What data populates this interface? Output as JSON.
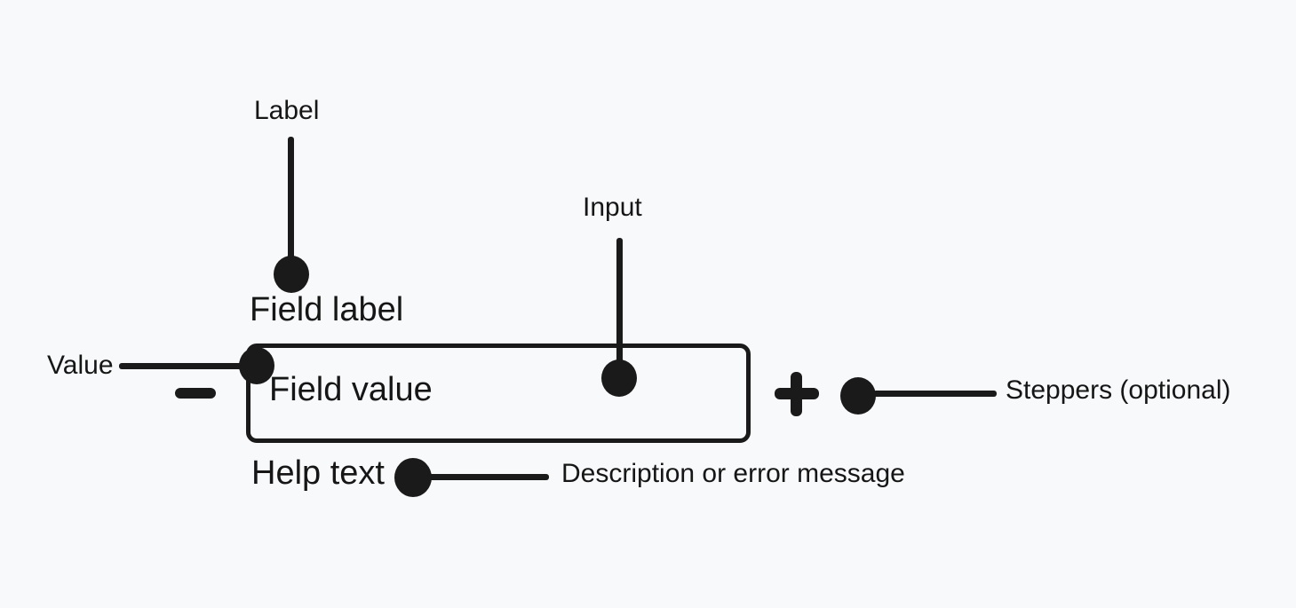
{
  "theme": {
    "bg": "#f8f9fa",
    "ink": "#1a1a1a",
    "text": "#161616"
  },
  "diagram": {
    "component": {
      "field_label": "Field label",
      "field_value": "Field value",
      "help_text": "Help text"
    },
    "annotations": {
      "label": "Label",
      "input": "Input",
      "value": "Value",
      "steppers": "Steppers (optional)",
      "help_description": "Description or error message"
    },
    "icons": {
      "decrement": "minus-icon",
      "increment": "plus-icon",
      "connector": "dot"
    }
  }
}
